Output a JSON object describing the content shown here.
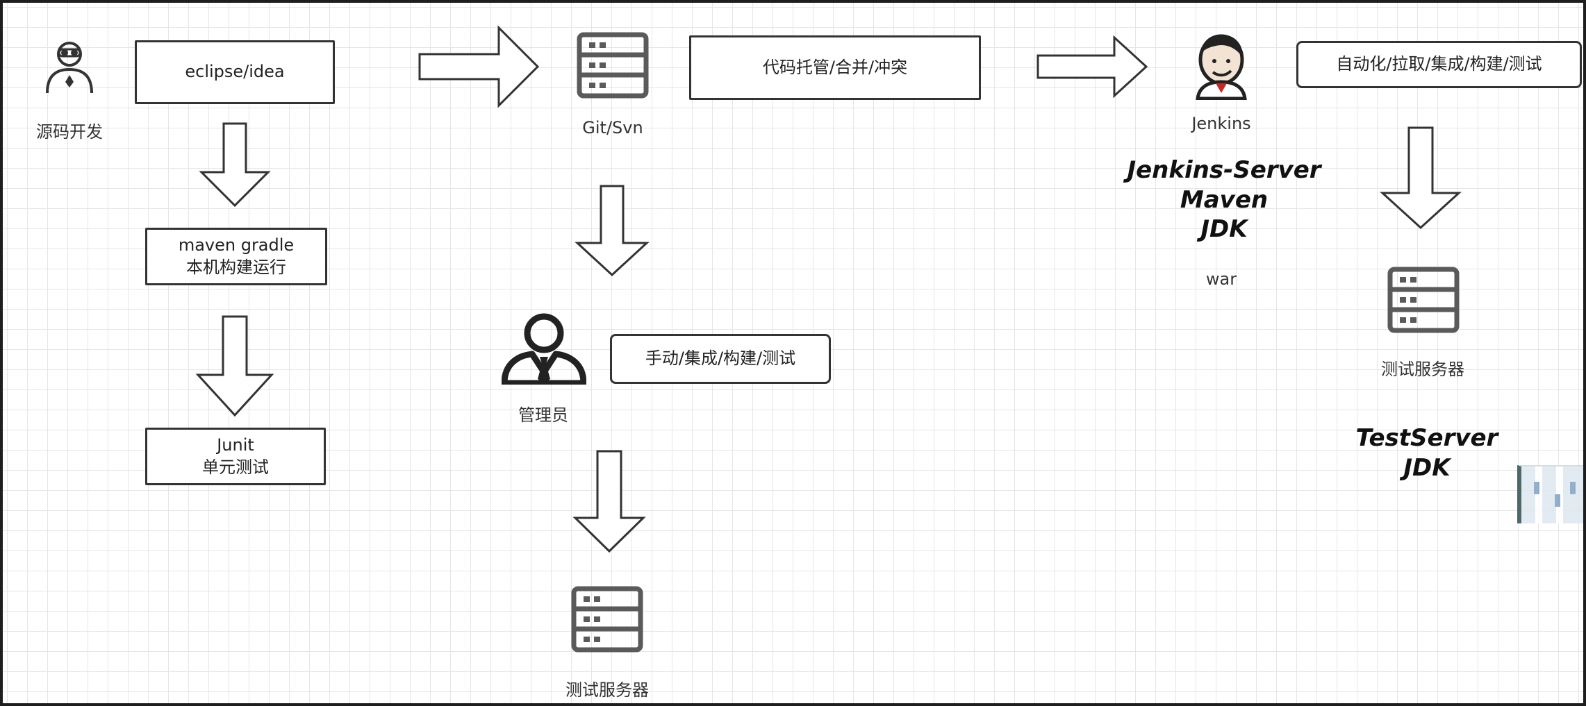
{
  "nodes": {
    "dev_label": "源码开发",
    "ide": "eclipse/idea",
    "build_line1": "maven gradle",
    "build_line2": "本机构建运行",
    "junit_line1": "Junit",
    "junit_line2": "单元测试",
    "git_label": "Git/Svn",
    "git_desc": "代码托管/合并/冲突",
    "admin_label": "管理员",
    "admin_desc": "手动/集成/构建/测试",
    "server_mid_label": "测试服务器",
    "jenkins_label": "Jenkins",
    "jenkins_desc": "自动化/拉取/集成/构建/测试",
    "jenkins_stack": [
      "Jenkins-Server",
      "Maven",
      "JDK"
    ],
    "war": "war",
    "server_right_label": "测试服务器",
    "testserver_stack": [
      "TestServer",
      "JDK"
    ]
  },
  "icons": {
    "developer": "developer-icon",
    "server": "server-icon",
    "admin": "admin-person-icon",
    "jenkins": "jenkins-butler-icon"
  },
  "colors": {
    "grid": "#e6e6e6",
    "stroke": "#333333",
    "icon_gray": "#5a5a5a",
    "frame": "#1e1e1e"
  }
}
